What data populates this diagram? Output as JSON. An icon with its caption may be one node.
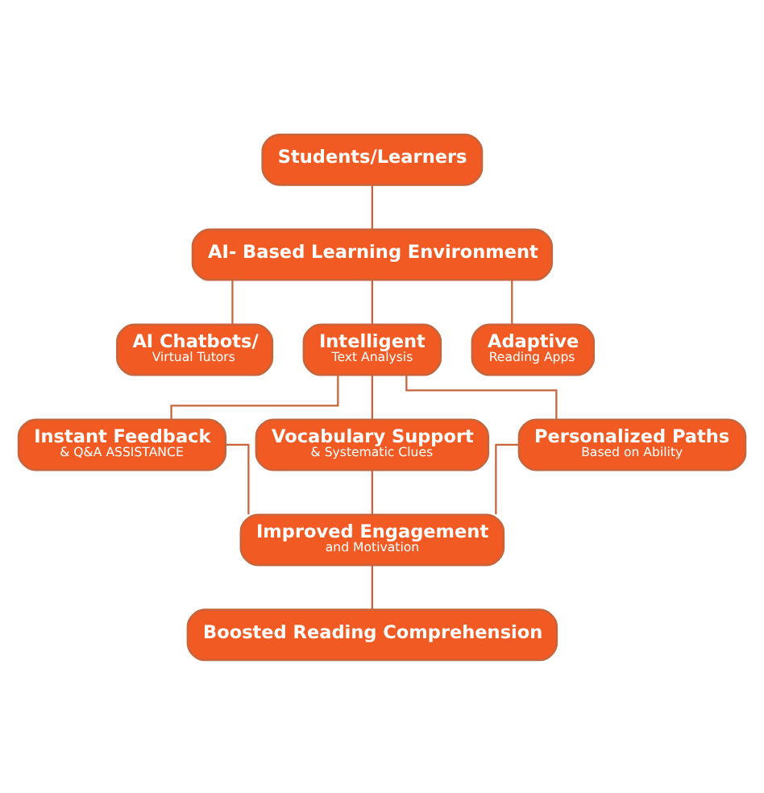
{
  "diagram": {
    "nodes": [
      {
        "text": [
          "Students/Learners"
        ]
      },
      {
        "text": [
          "AI- Based Learning Environment"
        ]
      },
      {
        "text": [
          "AI Chatbots/",
          "Virtual Tutors"
        ]
      },
      {
        "text": [
          "Intelligent",
          "Text Analysis"
        ]
      },
      {
        "text": [
          "Adaptive",
          "Reading Apps"
        ]
      },
      {
        "text": [
          "Instant Feedback",
          "& Q&A ASSISTANCE"
        ]
      },
      {
        "text": [
          "Vocabulary Support",
          "& Systematic Clues"
        ]
      },
      {
        "text": [
          "Personalized Paths",
          "Based on Ability"
        ]
      },
      {
        "text": [
          "Improved Engagement",
          "and Motivation"
        ]
      },
      {
        "text": [
          "Boosted Reading Comprehension"
        ]
      }
    ],
    "edges": [
      {
        "from": 0,
        "to": 1,
        "arrow": "none"
      },
      {
        "from": 1,
        "to": 2,
        "arrow": "none"
      },
      {
        "from": 1,
        "to": 3,
        "arrow": "none"
      },
      {
        "from": 1,
        "to": 4,
        "arrow": "none"
      },
      {
        "from": 3,
        "to": 5,
        "arrow": "none"
      },
      {
        "from": 3,
        "to": 6,
        "arrow": "none"
      },
      {
        "from": 3,
        "to": 7,
        "arrow": "none"
      },
      {
        "from": 5,
        "to": 8,
        "arrow": "none"
      },
      {
        "from": 6,
        "to": 8,
        "arrow": "none"
      },
      {
        "from": 7,
        "to": 8,
        "arrow": "none"
      },
      {
        "from": 8,
        "to": 9,
        "arrow": "none"
      }
    ]
  }
}
